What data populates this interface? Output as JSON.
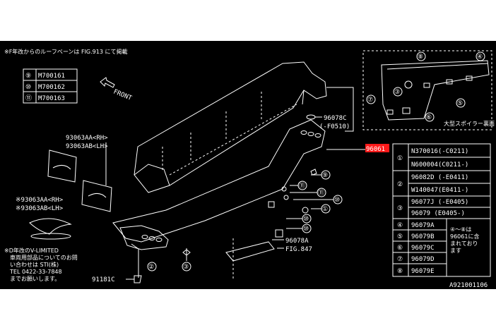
{
  "header_note": "※F年改からのルーフベーンは FIG.913 にて掲載",
  "front_label": "FRONT",
  "circled_table": [
    {
      "num": "⑨",
      "part": "M700161"
    },
    {
      "num": "⑩",
      "part": "M700162"
    },
    {
      "num": "⑪",
      "part": "M700163"
    }
  ],
  "labels": {
    "p93063aa_rh": "93063AA<RH>",
    "p93063ab_lh": "93063AB<LH>",
    "p93063aa_rh_note": "※93063AA<RH>",
    "p93063ab_lh_note": "※93063AB<LH>",
    "p96078c": "96078C",
    "p96078c_range": "(-F0510)",
    "p96061": "96061",
    "p96078a": "96078A",
    "fig847": "FIG.847",
    "p91181c": "91181C",
    "doc_code": "A921001106"
  },
  "vlimited_note": [
    "※D年改のV-LIMITED",
    "車両用部品についてのお問",
    "い合わせは STI(株)",
    "TEL 0422-33-7848",
    "までお願いします。"
  ],
  "inset_caption": "大型スポイラー裏面",
  "inset_callouts": [
    "⑧",
    "④",
    "⑦",
    "③",
    "⑤",
    "⑥"
  ],
  "callout_numbers": [
    "⑨",
    "⑪",
    "⑩",
    "①",
    "⑩",
    "⑩",
    "②",
    "③",
    "⑪"
  ],
  "parts_table": {
    "rows": [
      {
        "key": "①",
        "entries": [
          "N370016(-C0211)",
          "N600004(C0211-)"
        ]
      },
      {
        "key": "②",
        "entries": [
          "96082D (-E0411)",
          "W140047(E0411-)"
        ]
      },
      {
        "key": "③",
        "entries": [
          "96077J (-E0405)",
          "96079  (E0405-)"
        ]
      },
      {
        "key": "④",
        "entries": [
          "96079A"
        ]
      },
      {
        "key": "⑤",
        "entries": [
          "96079B"
        ]
      },
      {
        "key": "⑥",
        "entries": [
          "96079C"
        ]
      },
      {
        "key": "⑦",
        "entries": [
          "96079D"
        ]
      },
      {
        "key": "⑧",
        "entries": [
          "96079E"
        ]
      }
    ],
    "side_note": [
      "④～⑧は",
      "96061に含",
      "まれており",
      "ます"
    ]
  },
  "colors": {
    "background": "#000000",
    "line": "#ffffff",
    "highlight": "#ff1a1a"
  }
}
